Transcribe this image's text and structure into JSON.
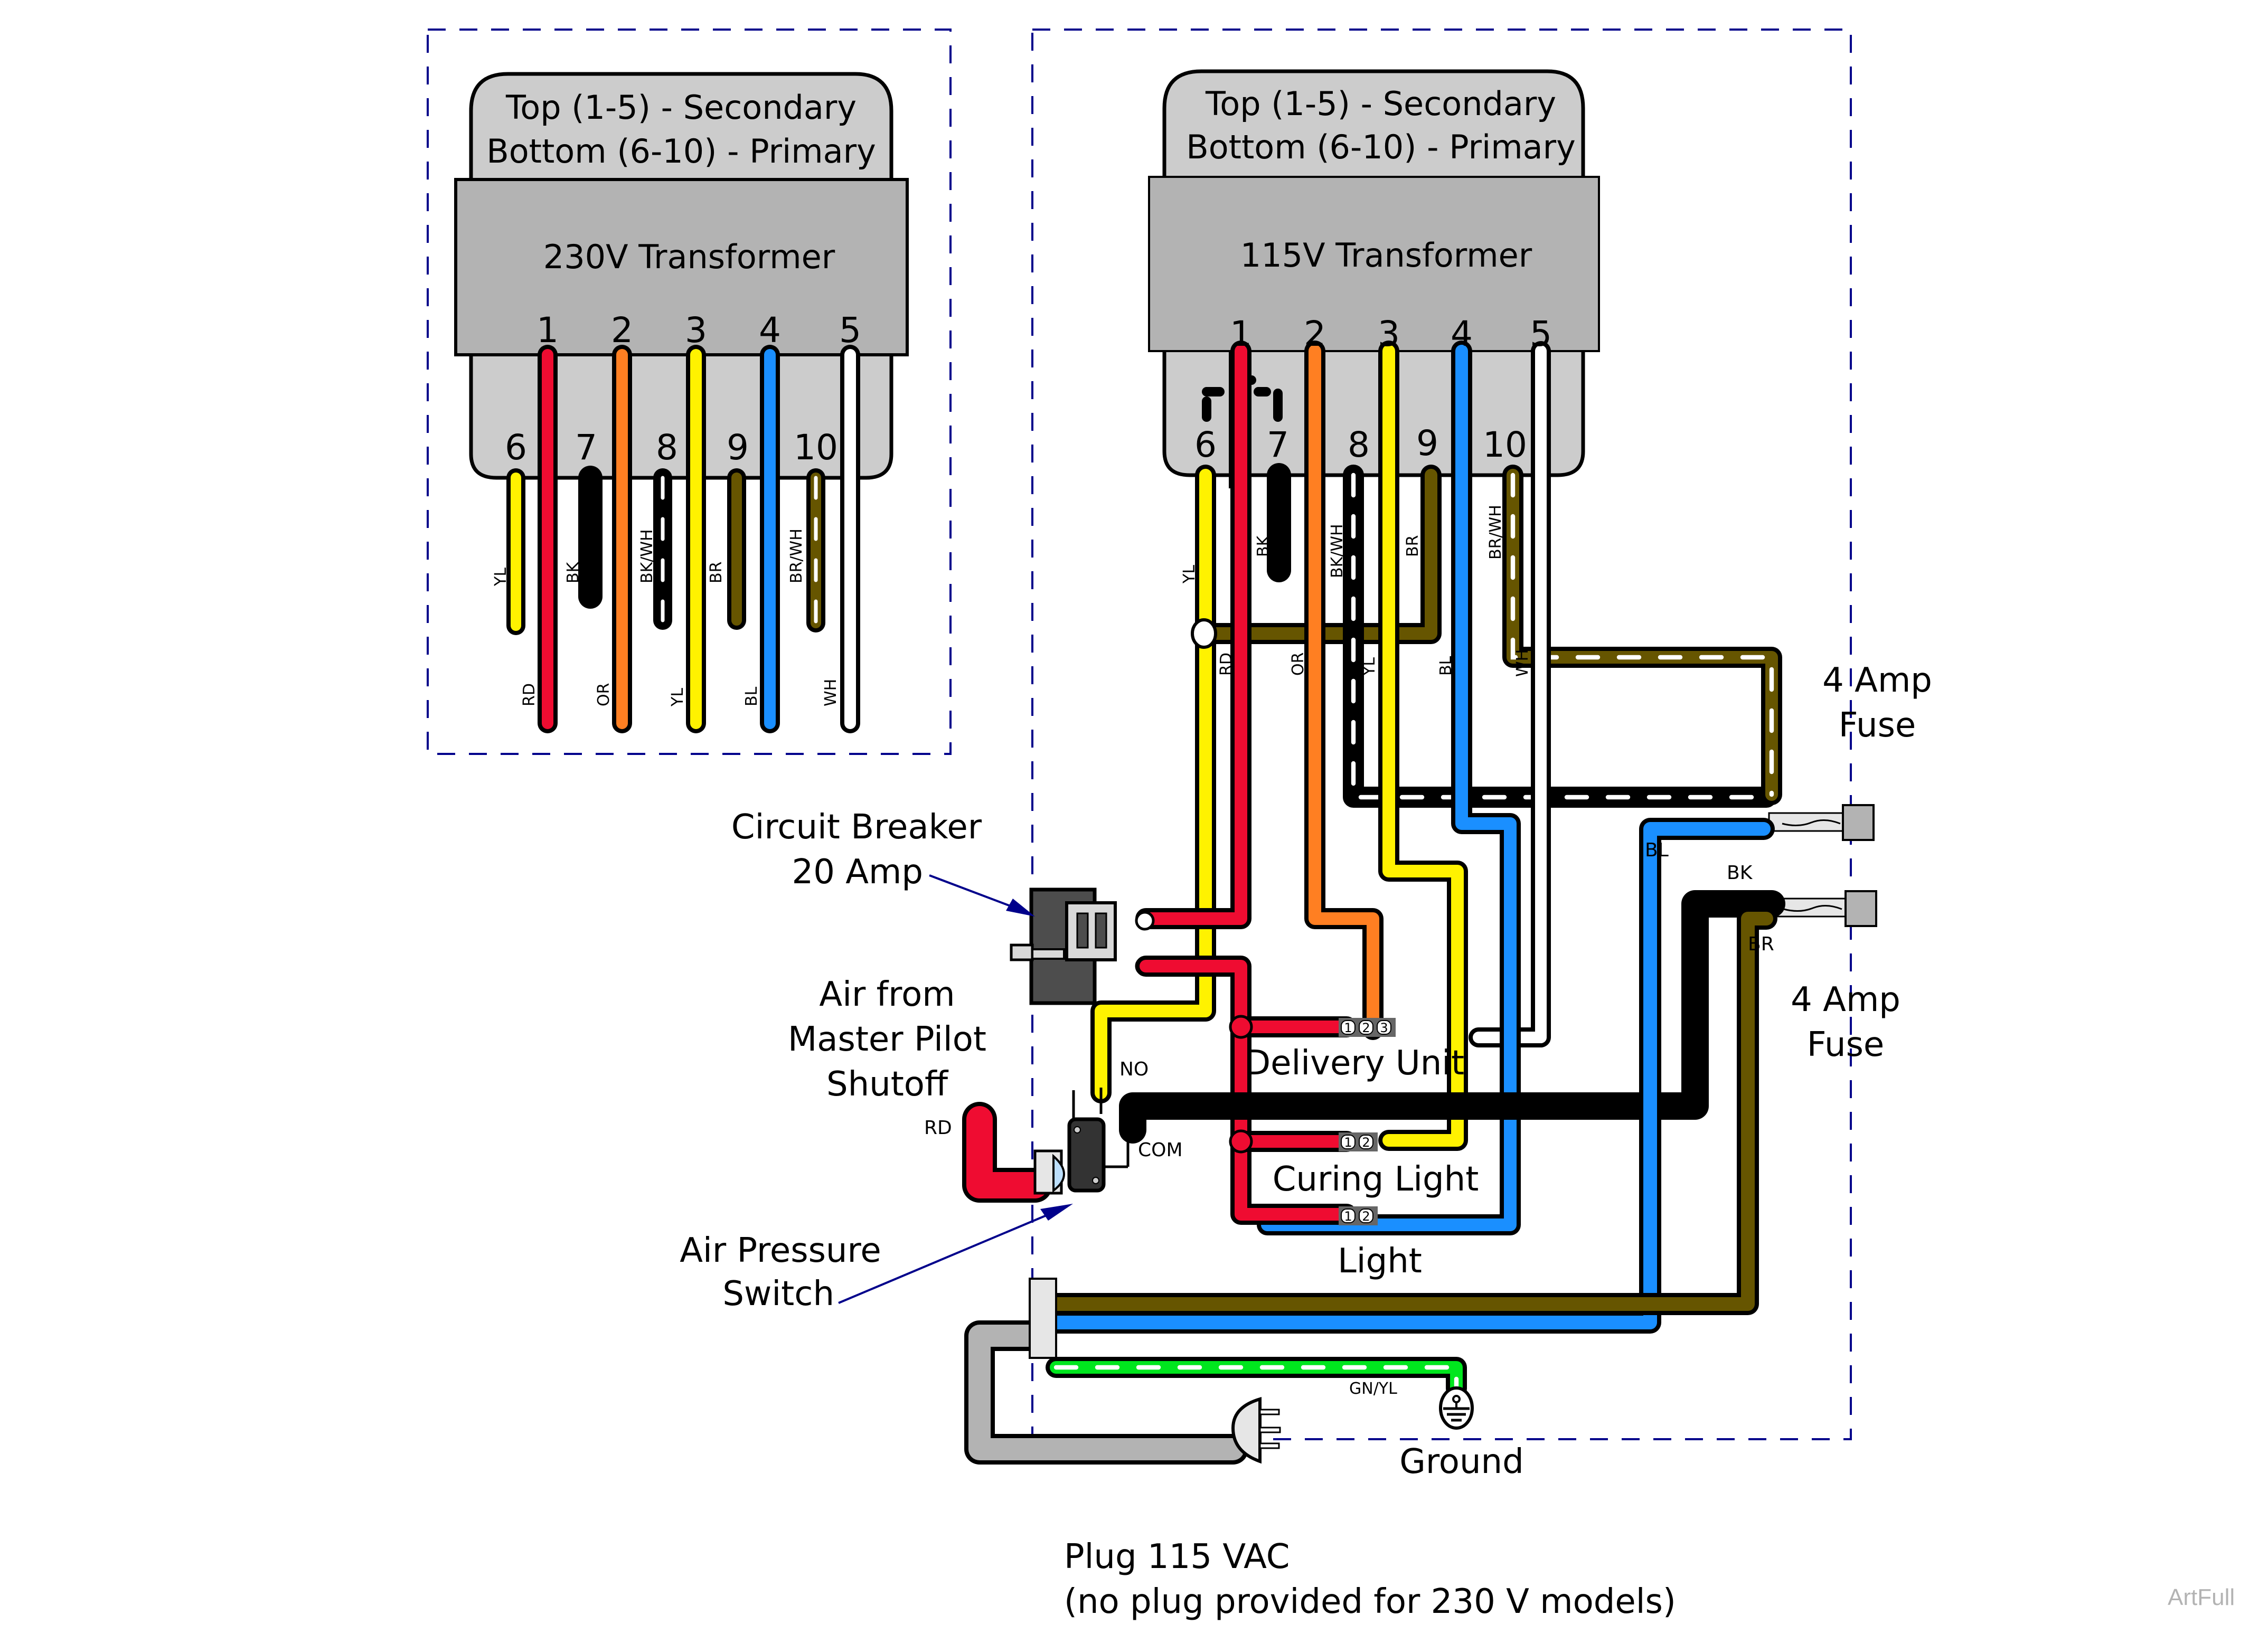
{
  "colors": {
    "red": "#ef0c31",
    "orange": "#ff7f22",
    "yellow": "#fff200",
    "blue": "#1a8fff",
    "brown": "#665500",
    "black": "#000000",
    "white": "#ffffff",
    "green": "#00e61e",
    "gray_cord": "#b3b3b3",
    "transformer_body": "#b3b3b3",
    "transformer_cap": "#cccccc",
    "boundary": "#00008b"
  },
  "transformer_230": {
    "header_line1": "Top (1-5) - Secondary",
    "header_line2": "Bottom (6-10) - Primary",
    "title": "230V Transformer",
    "top_pins": [
      "1",
      "2",
      "3",
      "4",
      "5"
    ],
    "bottom_pins": [
      "6",
      "7",
      "8",
      "9",
      "10"
    ],
    "wire_labels_upper": [
      "YL",
      "BK",
      "BK/WH",
      "BR",
      "BR/WH"
    ],
    "wire_labels_lower": [
      "RD",
      "OR",
      "YL",
      "BL",
      "WH"
    ]
  },
  "transformer_115": {
    "header_line1": "Top (1-5) - Secondary",
    "header_line2": "Bottom (6-10) - Primary",
    "title": "115V Transformer",
    "top_pins": [
      "1",
      "2",
      "3",
      "4",
      "5"
    ],
    "bottom_pins": [
      "6",
      "7",
      "8",
      "9",
      "10"
    ],
    "wire_labels_upper": [
      "YL",
      "BK",
      "BK/WH",
      "BR",
      "BR/WH"
    ],
    "wire_labels_lower": [
      "RD",
      "OR",
      "YL",
      "BL",
      "WH"
    ]
  },
  "labels": {
    "fuse_top_line1": "4 Amp",
    "fuse_top_line2": "Fuse",
    "fuse_bottom_line1": "4 Amp",
    "fuse_bottom_line2": "Fuse",
    "circuit_breaker_line1": "Circuit Breaker",
    "circuit_breaker_line2": "20 Amp",
    "air_line1": "Air from",
    "air_line2": "Master Pilot",
    "air_line3": "Shutoff",
    "air_switch_line1": "Air Pressure",
    "air_switch_line2": "Switch",
    "delivery_unit": "Delivery Unit",
    "curing_light": "Curing Light",
    "light": "Light",
    "ground": "Ground",
    "plug_line1": "Plug 115 VAC",
    "plug_line2": "(no plug provided for 230 V models)",
    "switch_no": "NO",
    "switch_com": "COM",
    "wire_rd": "RD",
    "fuse_wire_bl": "BL",
    "fuse_wire_bk": "BK",
    "fuse_wire_br": "BR",
    "ground_wire": "GN/YL",
    "watermark": "ArtFull"
  },
  "terminals": {
    "delivery_unit": [
      "1",
      "2",
      "3"
    ],
    "curing_light": [
      "1",
      "2"
    ],
    "light": [
      "1",
      "2"
    ]
  }
}
